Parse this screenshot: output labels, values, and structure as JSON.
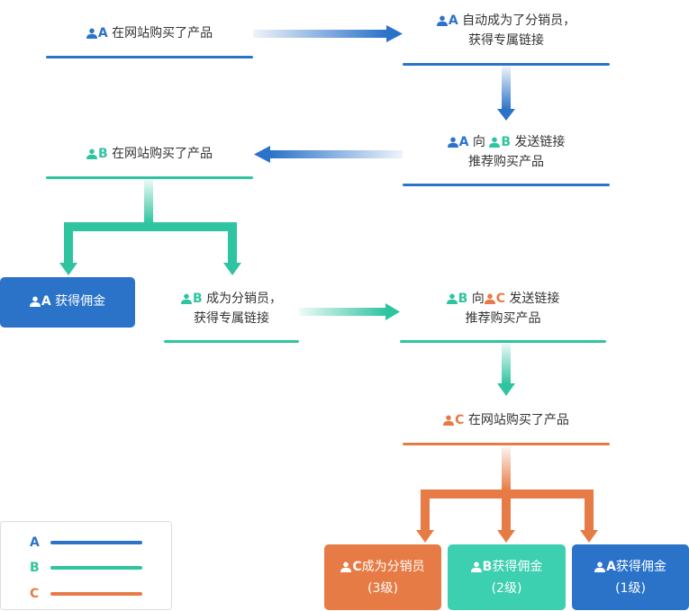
{
  "colors": {
    "a": "#2b73c9",
    "b": "#2fc4a0",
    "c": "#e77b45",
    "text": "#333333"
  },
  "names": {
    "a": "A",
    "b": "B",
    "c": "C"
  },
  "steps": {
    "a_buy": "在网站购买了产品",
    "a_become_l1": "自动成为了分销员，",
    "a_become_l2": "获得专属链接",
    "a_send_to": "向",
    "a_send_l1": "发送链接",
    "a_send_l2": "推荐购买产品",
    "b_buy": "在网站购买了产品",
    "a_commission": "获得佣金",
    "b_become_l1": "成为分销员，",
    "b_become_l2": "获得专属链接",
    "b_send_to": "向",
    "b_send_l1": "发送链接",
    "b_send_l2": "推荐购买产品",
    "c_buy": "在网站购买了产品"
  },
  "results": {
    "c": {
      "name": "C",
      "text": "成为分销员",
      "level": "(3级)"
    },
    "b": {
      "name": "B",
      "text": "获得佣金",
      "level": "(2级)"
    },
    "a": {
      "name": "A",
      "text": "获得佣金",
      "level": "(1级)"
    }
  },
  "legend": [
    {
      "label": "A",
      "color": "#2b73c9"
    },
    {
      "label": "B",
      "color": "#2fc4a0"
    },
    {
      "label": "C",
      "color": "#e77b45"
    }
  ]
}
